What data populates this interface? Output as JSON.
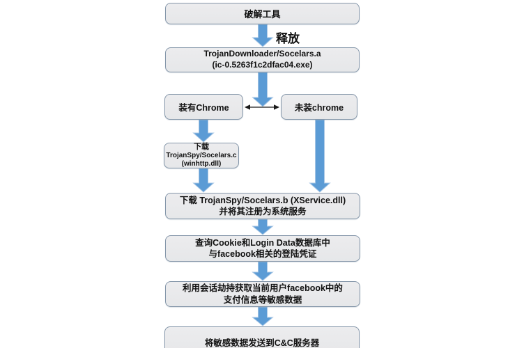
{
  "flowchart": {
    "nodes": {
      "crack_tool": {
        "label": "破解工具"
      },
      "downloader": {
        "line1": "TrojanDownloader/Socelars.a",
        "line2": "(ic-0.5263f1c2dfac04.exe)"
      },
      "has_chrome": {
        "label": "装有Chrome"
      },
      "no_chrome": {
        "label": "未装chrome"
      },
      "spy_c": {
        "line1": "下载",
        "line2": "TrojanSpy/Socelars.c",
        "line3": "(winhttp.dll)"
      },
      "spy_b": {
        "line1": "下载 TrojanSpy/Socelars.b (XService.dll)",
        "line2": "并将其注册为系统服务"
      },
      "query_credentials": {
        "line1": "查询Cookie和Login Data数据库中",
        "line2": "与facebook相关的登陆凭证"
      },
      "session_hijack": {
        "line1": "利用会话劫持获取当前用户facebook中的",
        "line2": "支付信息等敏感数据"
      },
      "send_cc": {
        "label": "将敏感数据发送到C&C服务器"
      }
    },
    "edge_labels": {
      "release": "释放"
    },
    "colors": {
      "background": "#ffffff",
      "box_fill": "#e8e9ea",
      "box_border": "#8496a9",
      "arrow_fill": "#5b9bd5",
      "arrow_outline": "#a9c7e5",
      "connector": "#1a1a1a",
      "text": "#111111"
    }
  }
}
